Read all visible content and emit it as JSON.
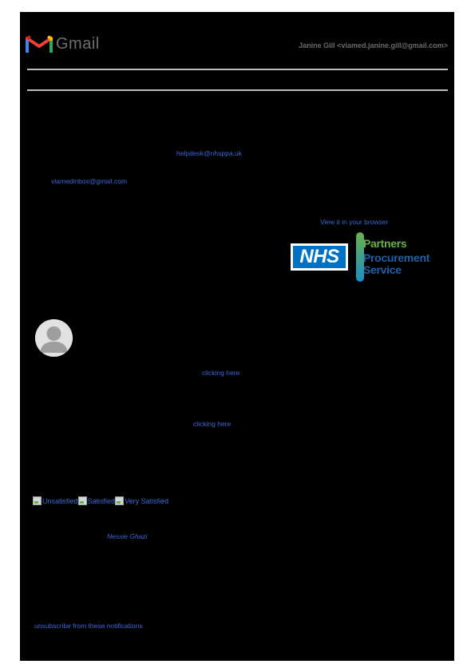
{
  "header": {
    "app_name": "Gmail",
    "user": "Janine Gill <viamed.janine.gill@gmail.com>"
  },
  "links": {
    "helpdesk_email": "helpdesk@nhsppa.uk",
    "inbox_email": "viamedinbox@gmail.com",
    "view_in_browser": "View it in your browser",
    "clicking_here_1": "clicking here",
    "clicking_here_2": "clicking here",
    "agent_name": "Nessie Ghazi",
    "unsubscribe": "unsubscribe from these notifications"
  },
  "logos": {
    "nhs": "NHS",
    "pps": [
      "Partners",
      "Procurement",
      "Service"
    ]
  },
  "rating": {
    "options": [
      "Unsatisfied",
      "Satisfied",
      "Very Satisfied"
    ]
  },
  "colors": {
    "link": "#3b67d9",
    "nhs_blue": "#0072c6",
    "page_bg": "#000000"
  }
}
